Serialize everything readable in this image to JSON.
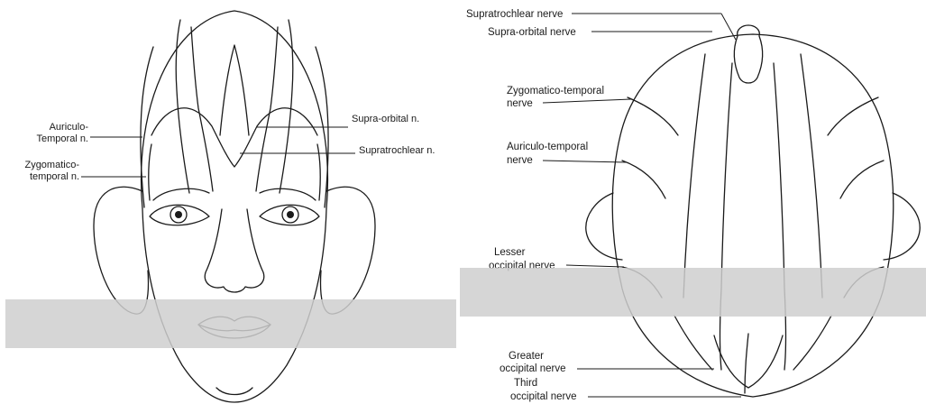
{
  "front_view": {
    "labels": {
      "auriculo_temporal_line1": "Auriculo-",
      "auriculo_temporal_line2": "Temporal n.",
      "zygomatico_temporal_line1": "Zygomatico-",
      "zygomatico_temporal_line2": "temporal n.",
      "supra_orbital": "Supra-orbital n.",
      "supratrochlear": "Supratrochlear n."
    }
  },
  "top_view": {
    "labels": {
      "supratrochlear": "Supratrochlear nerve",
      "supra_orbital": "Supra-orbital nerve",
      "zygomatico_temporal_line1": "Zygomatico-temporal",
      "zygomatico_temporal_line2": "nerve",
      "auriculo_temporal_line1": "Auriculo-temporal",
      "auriculo_temporal_line2": "nerve",
      "lesser_occipital_line1": "Lesser",
      "lesser_occipital_line2": "occipital nerve",
      "greater_occipital_line1": "Greater",
      "greater_occipital_line2": "occipital nerve",
      "third_occipital_line1": "Third",
      "third_occipital_line2": "occipital nerve"
    }
  },
  "colors": {
    "ink": "#1a1a1a",
    "redaction_band": "#cfcfcf",
    "background": "#ffffff"
  }
}
